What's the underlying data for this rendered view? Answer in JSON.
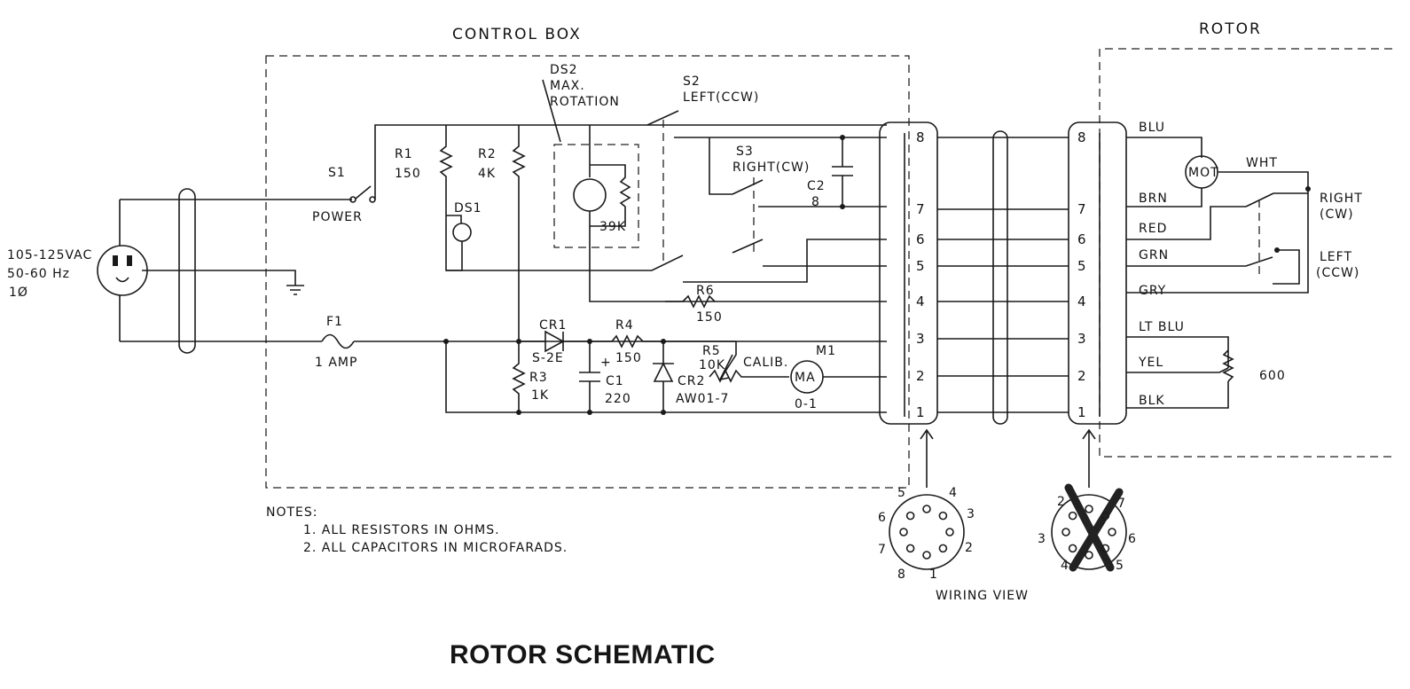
{
  "diagram": {
    "title": "ROTOR SCHEMATIC",
    "sections": {
      "control_box": "CONTROL BOX",
      "rotor": "ROTOR"
    },
    "power_input": {
      "line1": "105-125VAC",
      "line2": "50-60 Hz",
      "line3": "1Ø"
    },
    "components": {
      "s1": "S1",
      "s1_desc": "POWER",
      "f1": "F1",
      "f1_desc": "1 AMP",
      "r1": "R1",
      "r1_val": "150",
      "r2": "R2",
      "r2_val": "4K",
      "ds1": "DS1",
      "ds2": "DS2",
      "ds2_desc1": "MAX.",
      "ds2_desc2": "ROTATION",
      "ds2_r": "39K",
      "s2": "S2",
      "s2_desc": "LEFT(CCW)",
      "s3": "S3",
      "s3_desc": "RIGHT(CW)",
      "c2": "C2",
      "c2_val": "8",
      "r6": "R6",
      "r6_val": "150",
      "cr1": "CR1",
      "cr1_val": "S-2E",
      "r4": "R4",
      "r4_val": "150",
      "r3": "R3",
      "r3_val": "1K",
      "c1": "C1",
      "c1_val": "220",
      "c1_plus": "+",
      "cr2": "CR2",
      "cr2_val": "AW01-7",
      "r5": "R5",
      "r5_val": "10K",
      "calib": "CALIB.",
      "m1": "M1",
      "m1_symbol": "MA",
      "m1_range": "0-1"
    },
    "connector_pins": [
      "8",
      "7",
      "6",
      "5",
      "4",
      "3",
      "2",
      "1"
    ],
    "rotor": {
      "motor": "MOT",
      "wires": [
        "BLU",
        "BRN",
        "RED",
        "GRN",
        "GRY",
        "LT BLU",
        "YEL",
        "BLK"
      ],
      "wht": "WHT",
      "right_limit": [
        "RIGHT",
        "(CW)"
      ],
      "left_limit": [
        "LEFT",
        "(CCW)"
      ],
      "pot": "600"
    },
    "wiring_view": {
      "label": "WIRING VIEW",
      "left_numbers": [
        "5",
        "4",
        "6",
        "3",
        "7",
        "2",
        "8",
        "1"
      ],
      "right_numbers": [
        "2",
        "7",
        "3",
        "6",
        "4",
        "5"
      ]
    },
    "notes": {
      "heading": "NOTES:",
      "items": [
        "1. ALL RESISTORS IN OHMS.",
        "2. ALL CAPACITORS IN MICROFARADS."
      ]
    }
  }
}
